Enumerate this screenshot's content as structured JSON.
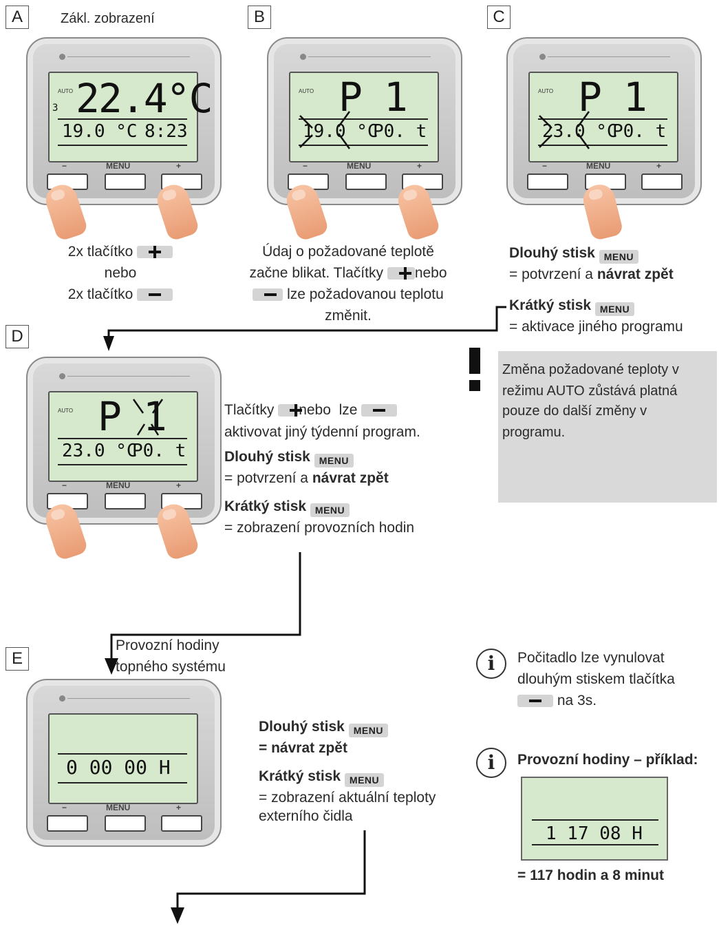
{
  "labels": {
    "a": "A",
    "b": "B",
    "c": "C",
    "d": "D",
    "e": "E"
  },
  "step_a": {
    "title": "Zákl. zobrazení",
    "display_big": "22.4°C",
    "display_side": "3",
    "display_auto": "AUTO",
    "display_bottom_left": "19.0 °C",
    "display_bottom_right": "8:23",
    "caption_line1": "2x tlačítko",
    "caption_line2": "nebo",
    "caption_line3": "2x tlačítko"
  },
  "step_b": {
    "display_big": "P 1",
    "display_auto": "AUTO",
    "display_bottom_left": "19.0 °C",
    "display_bottom_right": "P0. t",
    "caption_line1": "Údaj o požadované teplotě",
    "caption_line2a": "začne blikat. Tlačítky",
    "caption_line2b": "nebo",
    "caption_line3": "lze požadovanou teplotu",
    "caption_line4": "změnit."
  },
  "step_c": {
    "display_big": "P 1",
    "display_auto": "AUTO",
    "display_bottom_left": "23.0 °C",
    "display_bottom_right": "P0. t",
    "long_press": "Dlouhý stisk",
    "long_result_prefix": "= potvrzení a ",
    "long_result_bold": "návrat zpět",
    "short_press": "Krátký stisk",
    "short_result": "= aktivace jiného programu"
  },
  "step_d": {
    "display_big": "P 1",
    "display_auto": "AUTO",
    "display_bottom_left": "23.0 °C",
    "display_bottom_right": "P0. t",
    "line1a": "Tlačítky",
    "line1b": "nebo",
    "line1c": "lze",
    "line2": "aktivovat jiný týdenní program.",
    "long_press": "Dlouhý stisk",
    "long_result_prefix": "= potvrzení a ",
    "long_result_bold": "návrat zpět",
    "short_press": "Krátký stisk",
    "short_result": "= zobrazení provozních hodin"
  },
  "note": {
    "text_line1": "Změna požadované teploty v",
    "text_line2": "režimu AUTO zůstává platná",
    "text_line3": "pouze do další změny v",
    "text_line4": "programu."
  },
  "step_e": {
    "heading_line1": "Provozní hodiny",
    "heading_line2": "topného systému",
    "display_value": "0 00 00 H",
    "long_press": "Dlouhý stisk",
    "long_result": "= návrat zpět",
    "short_press": "Krátký stisk",
    "short_result_line1": "= zobrazení aktuální teploty",
    "short_result_line2": "externího čidla"
  },
  "info1": {
    "icon": "i",
    "line1": "Počitadlo lze vynulovat",
    "line2": "dlouhým stiskem tlačítka",
    "line3": "na 3s."
  },
  "info2": {
    "icon": "i",
    "title": "Provozní hodiny – příklad:",
    "display_value": "1 17 08 H",
    "result": "= 117 hodin a 8 minut"
  },
  "buttons": {
    "minus": "−",
    "menu": "MENU",
    "plus": "+"
  },
  "colors": {
    "lcd": "#d6e9cc",
    "device": "#c9c9c9",
    "note_bg": "#d9d9d9",
    "finger": "#f0b08c"
  }
}
